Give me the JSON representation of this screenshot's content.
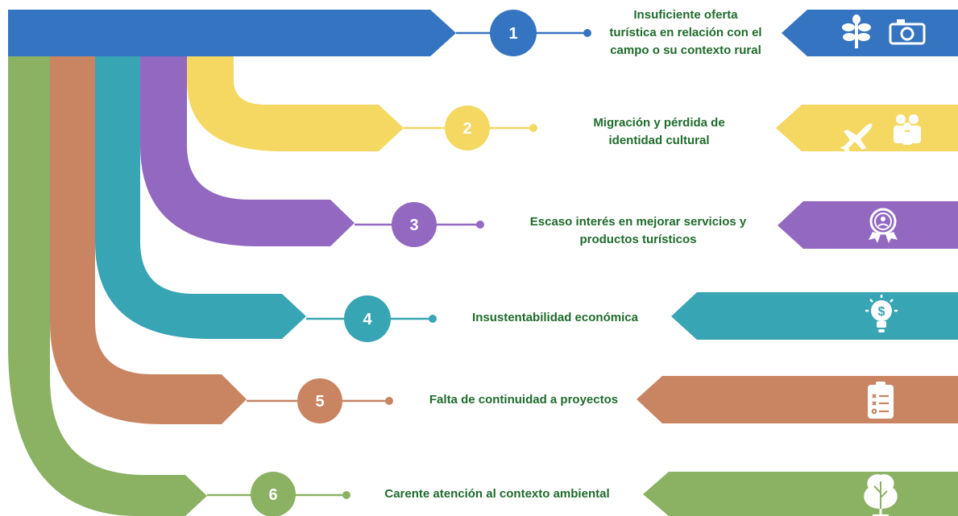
{
  "colors": {
    "c1": "#3574c1",
    "c2": "#f4d862",
    "c3": "#9268c1",
    "c4": "#38a5b4",
    "c5": "#c98562",
    "c6": "#8bb163",
    "text": "#1f6b2c"
  },
  "items": [
    {
      "number": "1",
      "line1": "Insuficiente oferta",
      "line2": "turística en relación con el",
      "line3": "campo o su contexto rural",
      "icons": [
        "plant-icon",
        "camera-icon"
      ]
    },
    {
      "number": "2",
      "line1": "Migración y pérdida de",
      "line2": "identidad cultural",
      "icons": [
        "airplane-icon",
        "people-group-icon"
      ]
    },
    {
      "number": "3",
      "line1": "Escaso interés en mejorar servicios y",
      "line2": "productos turísticos",
      "icons": [
        "quality-badge-icon"
      ]
    },
    {
      "number": "4",
      "line1": "Insustentabilidad económica",
      "icons": [
        "money-lightbulb-icon"
      ]
    },
    {
      "number": "5",
      "line1": "Falta de continuidad a proyectos",
      "icons": [
        "checklist-icon"
      ]
    },
    {
      "number": "6",
      "line1": "Carente atención al contexto ambiental",
      "icons": [
        "tree-icon"
      ]
    }
  ]
}
